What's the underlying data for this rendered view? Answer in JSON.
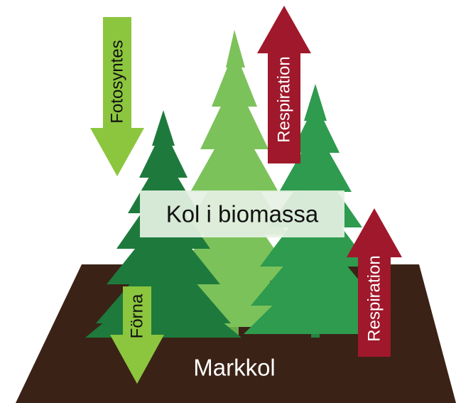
{
  "labels": {
    "photosynthesis": "Fotosyntes",
    "respiration_top": "Respiration",
    "respiration_right": "Respiration",
    "biomass": "Kol i biomassa",
    "litter": "Förna",
    "soil": "Markkol"
  },
  "colors": {
    "soil": "#3b2216",
    "tree_dark": "#1e7a3c",
    "tree_light": "#7cc25a",
    "tree_right": "#2e9b4e",
    "arrow_green": "#8cc63f",
    "arrow_red": "#a0182b",
    "biomass_box": "#e6f1e4",
    "soil_text": "#ffffff",
    "dark_text": "#111111"
  }
}
